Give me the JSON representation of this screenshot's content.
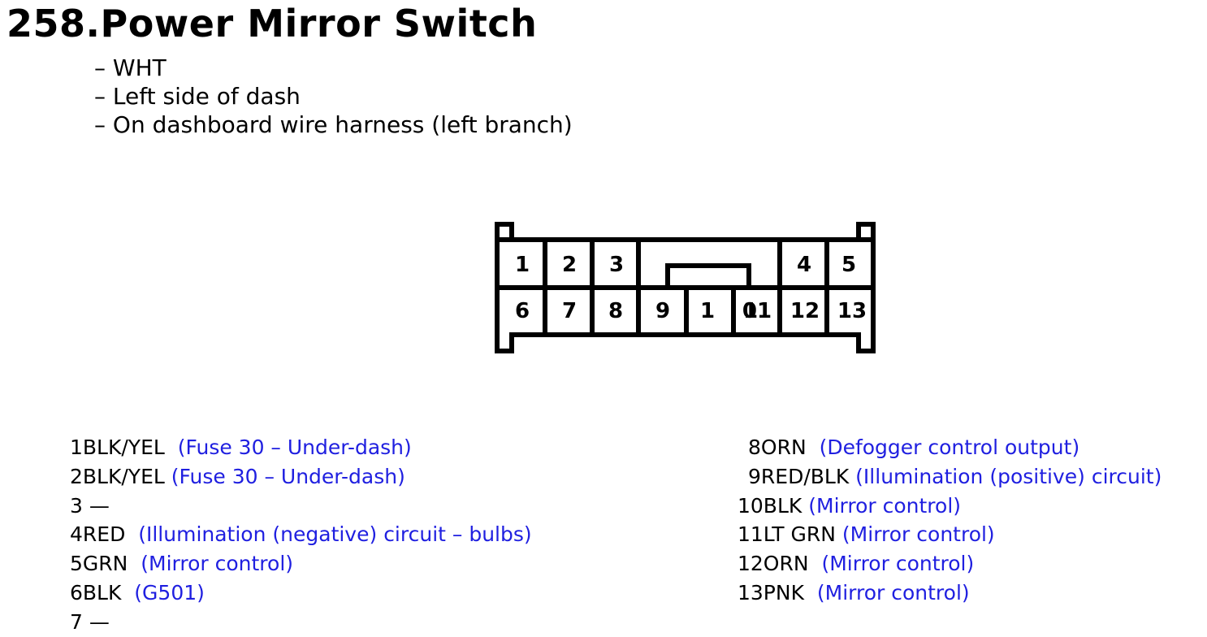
{
  "header": {
    "title": "258.Power Mirror Switch",
    "notes": [
      "– WHT",
      "– Left side of dash",
      "– On dashboard wire harness (left branch)"
    ]
  },
  "connector": {
    "top_row": [
      "1",
      "2",
      "3",
      "4",
      "5"
    ],
    "bottom_row": [
      "6",
      "7",
      "8",
      "9",
      "1",
      "1",
      "01",
      "12",
      "13"
    ]
  },
  "pins_left": [
    {
      "id": "1BLK/YEL",
      "desc": "(Fuse 30 – Under-dash)"
    },
    {
      "id": "2BLK/YEL",
      "desc": "(Fuse 30 – Under-dash)"
    },
    {
      "id": "3 —",
      "desc": ""
    },
    {
      "id": "4RED",
      "desc": "(Illumination (negative) circuit – bulbs)"
    },
    {
      "id": "5GRN",
      "desc": "(Mirror control)"
    },
    {
      "id": "6BLK",
      "desc": "(G501)"
    },
    {
      "id": "7 —",
      "desc": ""
    }
  ],
  "pins_right": [
    {
      "id": "8ORN",
      "desc": "(Defogger control output)"
    },
    {
      "id": "9RED/BLK",
      "desc": "(Illumination (positive) circuit)"
    },
    {
      "id": "10BLK",
      "desc": "(Mirror control)"
    },
    {
      "id": "11LT GRN",
      "desc": "(Mirror control)"
    },
    {
      "id": "12ORN",
      "desc": "(Mirror control)"
    },
    {
      "id": "13PNK",
      "desc": "(Mirror control)"
    }
  ],
  "colors": {
    "text": "#000000",
    "description": "#1f1fe0",
    "outline": "#000000"
  }
}
